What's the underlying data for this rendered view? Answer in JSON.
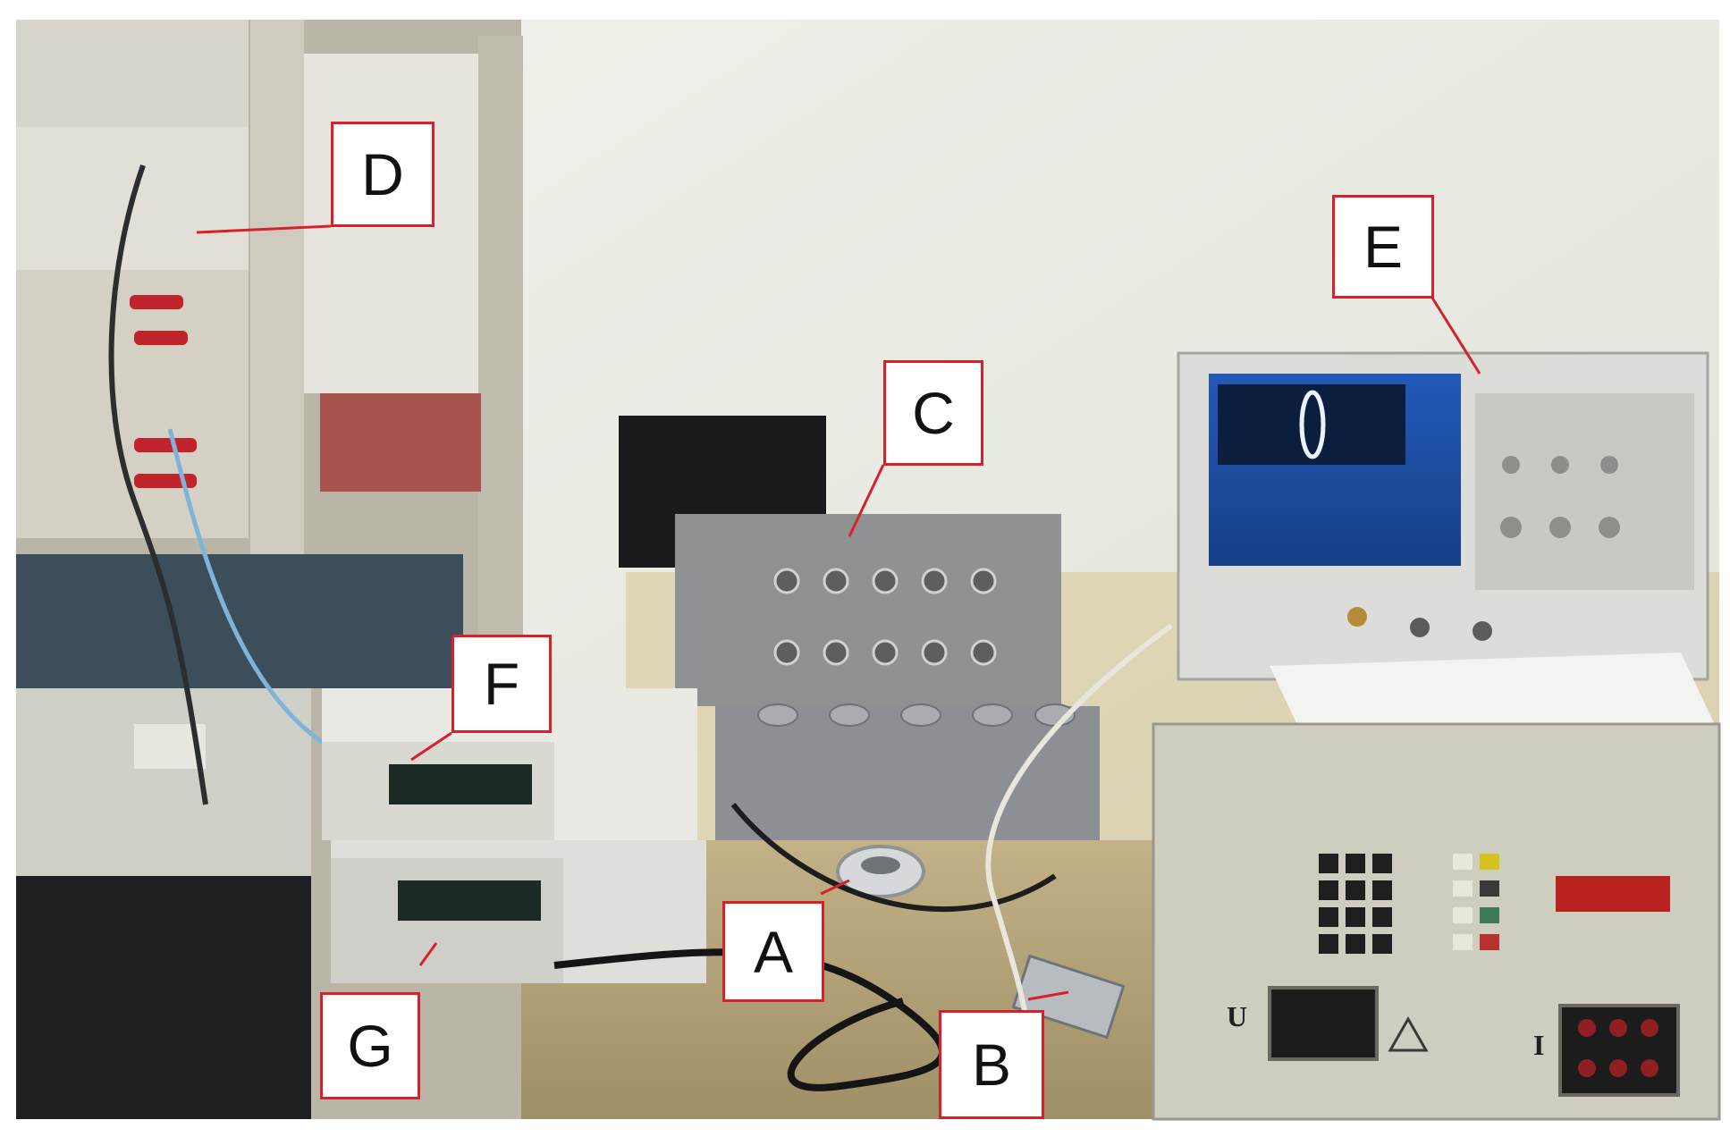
{
  "photo": {
    "description_free": true,
    "labels": {
      "a": "A",
      "b": "B",
      "c": "C",
      "d": "D",
      "e": "E",
      "f": "F",
      "g": "G"
    },
    "panel_text": {
      "u": "U",
      "i": "I"
    }
  },
  "colors": {
    "callout_border": "#d8202a",
    "wall": "#ecefe7",
    "desk": "#b5a47a",
    "scope_screen": "#1d4fa6",
    "rack": "#c9c6b8"
  }
}
